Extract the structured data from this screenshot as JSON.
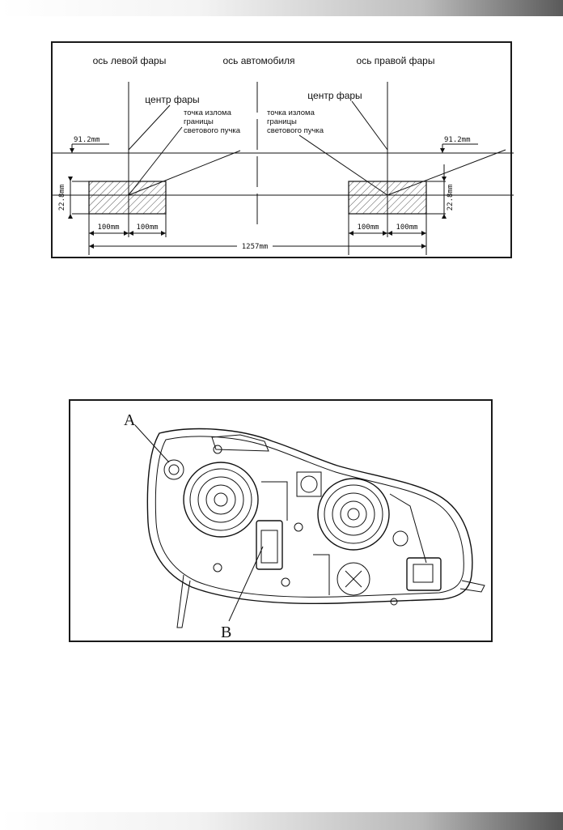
{
  "diagram_top": {
    "axis_left_headlight": "ось левой фары",
    "axis_vehicle": "ось автомобиля",
    "axis_right_headlight": "ось правой фары",
    "headlight_center_left": "центр фары",
    "headlight_center_right": "центр фары",
    "cutoff_point_left": [
      "точка излома",
      "границы",
      "светового пучка"
    ],
    "cutoff_point_right": [
      "точка излома",
      "границы",
      "светового пучка"
    ],
    "dim_height_left": "91.2mm",
    "dim_height_right": "91.2mm",
    "dim_vertical_left": "22.8mm",
    "dim_vertical_right": "22.8mm",
    "dim_left_a": "100mm",
    "dim_left_b": "100mm",
    "dim_right_a": "100mm",
    "dim_right_b": "100mm",
    "dim_total": "1257mm"
  },
  "diagram_bottom": {
    "callout_a": "A",
    "callout_b": "B"
  }
}
